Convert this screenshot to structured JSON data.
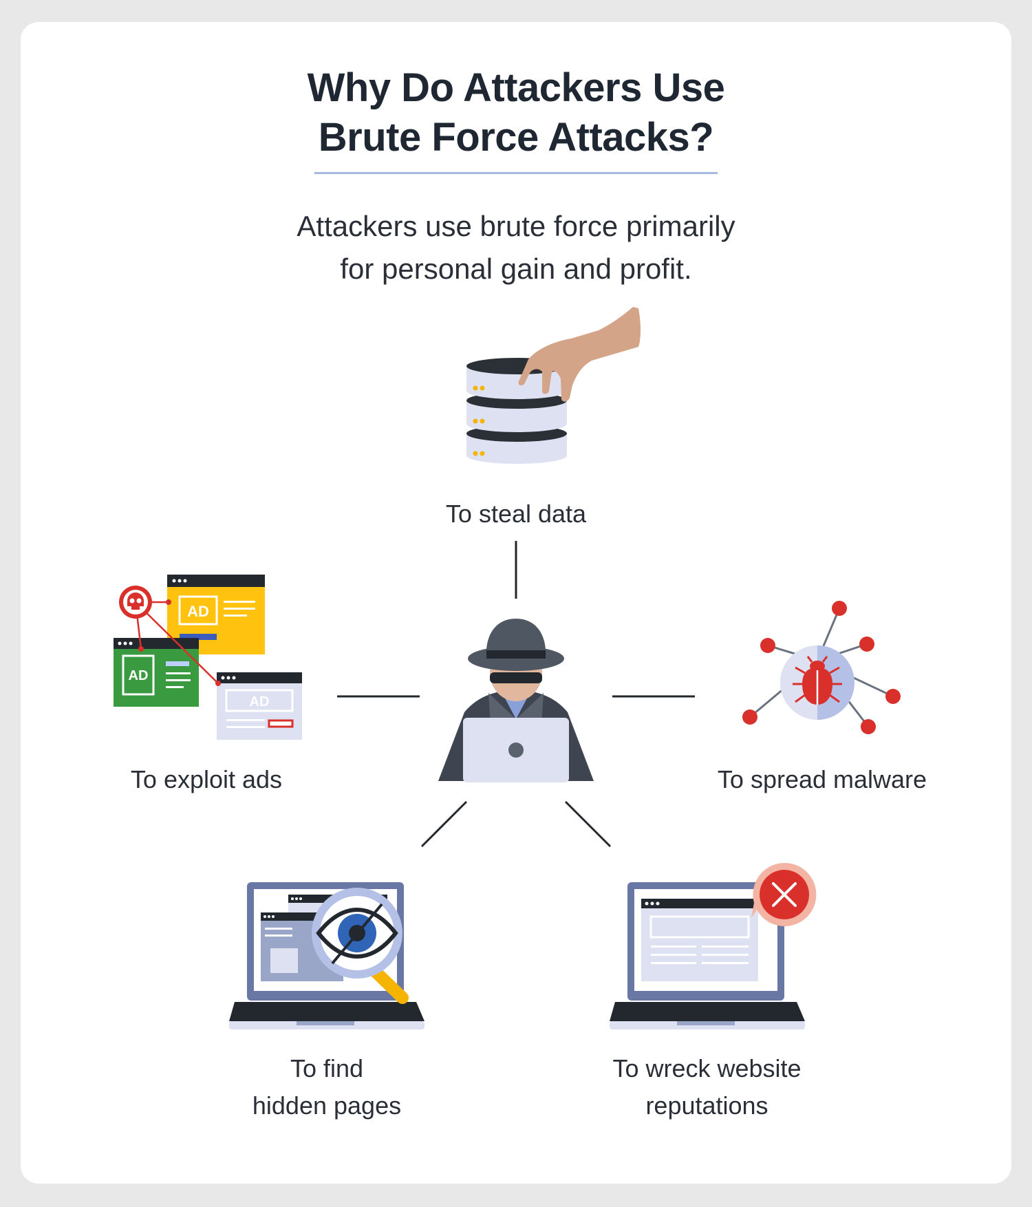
{
  "title": {
    "line1": "Why Do Attackers Use",
    "line2": "Brute Force Attacks?"
  },
  "subtitle": {
    "line1": "Attackers use brute force primarily",
    "line2": "for personal gain and profit."
  },
  "reasons": {
    "steal_data": "To steal data",
    "exploit_ads": "To exploit ads",
    "spread_malware": "To spread malware",
    "find_hidden_pages": {
      "line1": "To find",
      "line2": "hidden pages"
    },
    "wreck_reputations": {
      "line1": "To wreck website",
      "line2": "reputations"
    }
  },
  "ad_labels": {
    "yellow": "AD",
    "green": "AD",
    "gray": "AD"
  },
  "icons": {
    "center": "hacker-icon",
    "steal_data": "database-hand-icon",
    "exploit_ads": "ad-windows-skull-icon",
    "spread_malware": "bug-network-icon",
    "find_hidden_pages": "laptop-magnifier-eye-icon",
    "wreck_reputations": "laptop-error-icon"
  },
  "colors": {
    "title_underline": "#a9b8e0",
    "accent_red": "#d9302b",
    "ad_yellow": "#ffc20e",
    "ad_green": "#3a9a3f",
    "dark": "#23282f",
    "light_lavender": "#dde1f2"
  }
}
